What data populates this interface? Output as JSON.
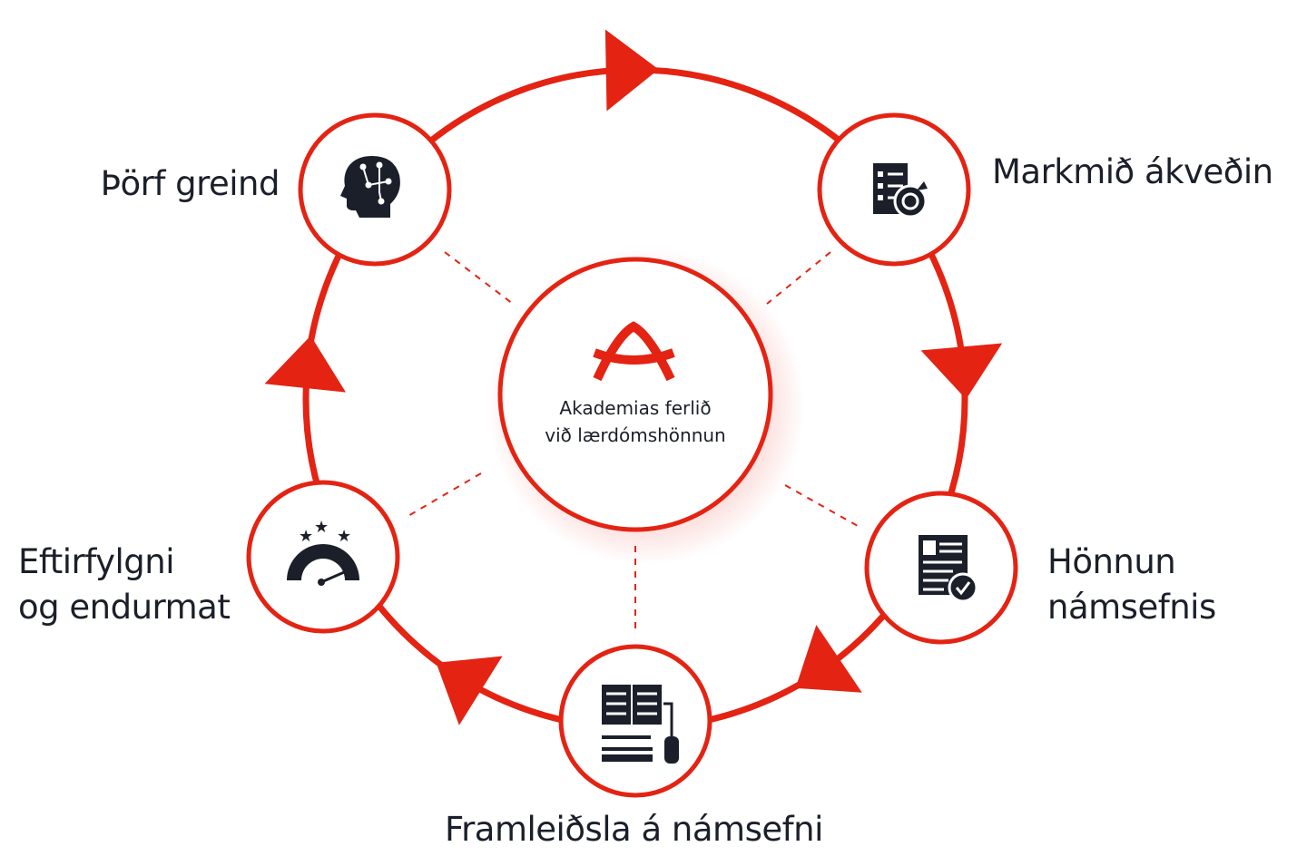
{
  "colors": {
    "accent": "#e42313",
    "text": "#1b1f2a"
  },
  "center": {
    "line1": "Akademias ferlið",
    "line2": "við lærdómshönnun",
    "logo": "akademias-logo"
  },
  "steps": [
    {
      "label": "Þörf greind",
      "icon": "brain-circuit-icon"
    },
    {
      "label": "Markmið ákveðin",
      "icon": "checklist-target-icon"
    },
    {
      "label_line1": "Hönnun",
      "label_line2": "námsefnis",
      "icon": "document-check-icon"
    },
    {
      "label": "Framleiðsla á námsefni",
      "icon": "book-computer-icon"
    },
    {
      "label_line1": "Eftirfylgni",
      "label_line2": "og endurmat",
      "icon": "rating-gauge-icon"
    }
  ]
}
